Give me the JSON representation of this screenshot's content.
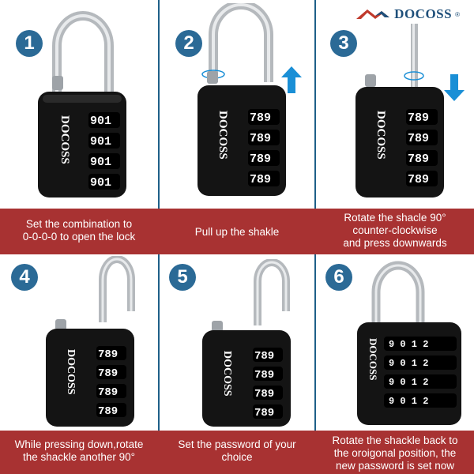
{
  "brand": {
    "name": "DOCOSS",
    "mark": "®"
  },
  "lock_brand": "DOCOSS",
  "steps": [
    {
      "number": "1",
      "caption_line1": "Set the combination to",
      "caption_line2": "0-0-0-0 to open the lock",
      "dials": [
        "901",
        "901",
        "901",
        "901"
      ],
      "shackle": "closed"
    },
    {
      "number": "2",
      "caption_line1": "Pull up the shakle",
      "caption_line2": "",
      "dials": [
        "789",
        "789",
        "789",
        "789"
      ],
      "shackle": "up"
    },
    {
      "number": "3",
      "caption_line1": "Rotate the shacle 90°",
      "caption_line2": "counter-clockwise",
      "caption_line3": "and press downwards",
      "dials": [
        "789",
        "789",
        "789",
        "789"
      ],
      "shackle": "rotated"
    },
    {
      "number": "4",
      "caption_line1": "While pressing down,rotate",
      "caption_line2": "the shackle another 90°",
      "dials": [
        "789",
        "789",
        "789",
        "789"
      ],
      "shackle": "open"
    },
    {
      "number": "5",
      "caption_line1": "Set the password of your",
      "caption_line2": "choice",
      "dials": [
        "789",
        "789",
        "789",
        "789"
      ],
      "shackle": "open"
    },
    {
      "number": "6",
      "caption_line1": "Rotate the shackle back to",
      "caption_line2": "the oroigonal position, the",
      "caption_line3": "new password is set now",
      "dials": [
        "9012",
        "9012",
        "9012",
        "9012"
      ],
      "shackle": "closed"
    }
  ],
  "colors": {
    "divider": "#1e5f88",
    "badge": "#2b6a96",
    "caption_bg": "#a83232",
    "arrow": "#1a8fd6",
    "lock_body": "#141414"
  }
}
